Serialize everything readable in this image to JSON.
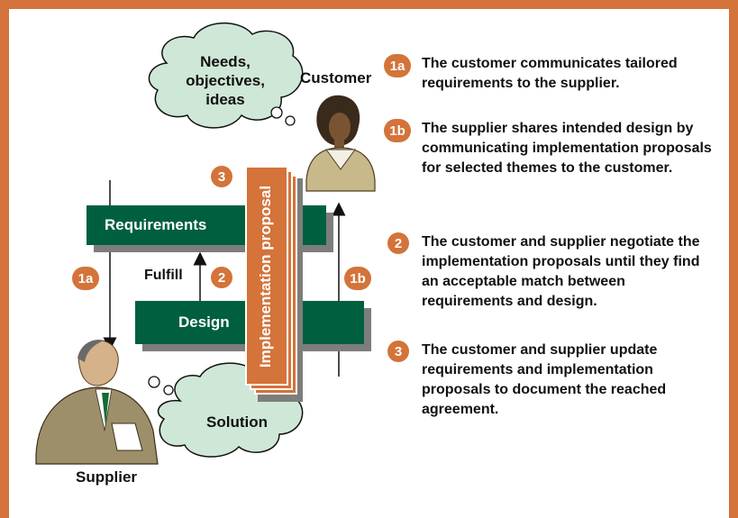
{
  "colors": {
    "accent": "#d4733a",
    "green": "#005f3f",
    "shadow": "#7d7d7d",
    "cloud": "#cfe7d6",
    "text": "#111111"
  },
  "labels": {
    "customer": "Customer",
    "supplier": "Supplier",
    "cloud_customer": [
      "Needs,",
      "objectives,",
      "ideas"
    ],
    "cloud_supplier": "Solution",
    "requirements": "Requirements",
    "design": "Design",
    "fulfill": "Fulfill",
    "implementation_proposal": "Implementation proposal"
  },
  "badges": {
    "b1a": "1a",
    "b1b": "1b",
    "b2": "2",
    "b3": "3"
  },
  "legend": [
    {
      "badge": "1a",
      "text": "The customer communicates tailored requirements to the supplier."
    },
    {
      "badge": "1b",
      "text": "The supplier shares intended design by communicating implementation proposals for selected themes to the customer."
    },
    {
      "badge": "2",
      "text": "The customer and supplier negotiate the implementation proposals until they find an acceptable match between requirements and design."
    },
    {
      "badge": "3",
      "text": "The customer and supplier update requirements and implementation proposals to document the reached agreement."
    }
  ]
}
